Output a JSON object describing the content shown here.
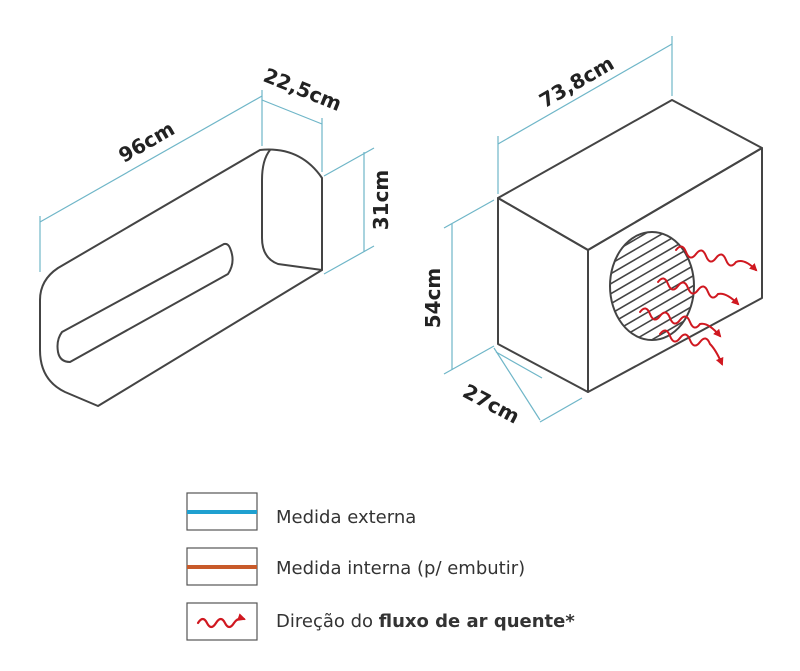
{
  "colors": {
    "outline": "#444444",
    "external_measure": "#1fa0d0",
    "internal_measure": "#c85a2a",
    "hot_air": "#d01820",
    "dimension_line": "#6fb6c8"
  },
  "indoor_unit": {
    "width_label": "96cm",
    "depth_label": "22,5cm",
    "height_label": "31cm"
  },
  "outdoor_unit": {
    "width_label": "73,8cm",
    "height_label": "54cm",
    "depth_label": "27cm"
  },
  "legend": {
    "external": "Medida externa",
    "internal": "Medida interna (p/ embutir)",
    "airflow_prefix": "Direção do ",
    "airflow_bold": "fluxo de ar quente*"
  },
  "icons": [
    "hot-air-arrow-icon"
  ]
}
